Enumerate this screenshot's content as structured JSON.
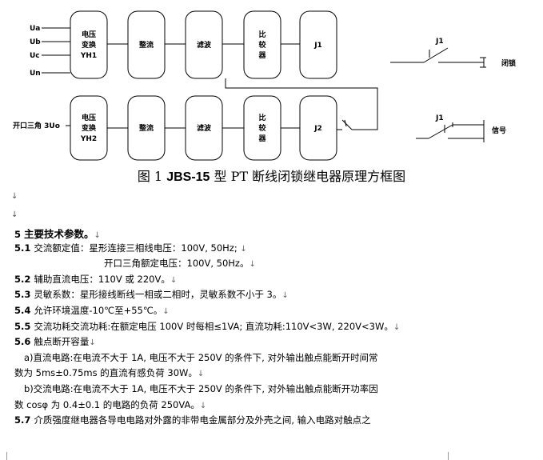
{
  "diagram": {
    "inputs_top": [
      "Ua",
      "Ub",
      "Uc",
      "Un"
    ],
    "input_bottom": "开口三角 3Uo",
    "row1_blocks": [
      {
        "name": "block-pt-yh1",
        "lines": [
          "电压",
          "变换",
          "YH1"
        ]
      },
      {
        "name": "block-rectifier-1",
        "lines": [
          "整流"
        ]
      },
      {
        "name": "block-filter-1",
        "lines": [
          "滤波"
        ]
      },
      {
        "name": "block-comparator-1",
        "lines": [
          "比",
          "较",
          "器"
        ]
      },
      {
        "name": "block-relay-j1",
        "lines": [
          "J1"
        ]
      }
    ],
    "row2_blocks": [
      {
        "name": "block-pt-yh2",
        "lines": [
          "电压",
          "变换",
          "YH2"
        ]
      },
      {
        "name": "block-rectifier-2",
        "lines": [
          "整流"
        ]
      },
      {
        "name": "block-filter-2",
        "lines": [
          "滤波"
        ]
      },
      {
        "name": "block-comparator-2",
        "lines": [
          "比",
          "较",
          "器"
        ]
      },
      {
        "name": "block-relay-j2",
        "lines": [
          "J2"
        ]
      }
    ],
    "contact_top_label": "J1",
    "contact_top_output": "闭锁",
    "contact_bottom_label": "J1",
    "contact_bottom_output": "信号"
  },
  "caption": {
    "prefix": "图 1",
    "model": "JBS-15",
    "suffix": "型 PT 断线闭锁继电器原理方框图"
  },
  "para_mark": "↓",
  "lines": [
    {
      "num": "5",
      "text": "主要技术参数。",
      "heading": true
    },
    {
      "num": "5.1",
      "text": "交流额定值：星形连接三相线电压：100V, 50Hz; "
    },
    {
      "num": "",
      "text": "开口三角额定电压：100V, 50Hz。",
      "indent": true
    },
    {
      "num": "5.2",
      "text": "辅助直流电压：110V 或 220V。"
    },
    {
      "num": "5.3",
      "text": "灵敏系数：星形接线断线一相或二相时，灵敏系数不小于 3。"
    },
    {
      "num": "5.4",
      "text": "允许环境温度-10℃至+55℃。"
    },
    {
      "num": "5.5",
      "text": "交流功耗交流功耗:在额定电压 100V 时每相≤1VA; 直流功耗:110V<3W, 220V<3W。"
    },
    {
      "num": "5.6",
      "text": "触点断开容量"
    },
    {
      "num": "",
      "text": "a)直流电路:在电流不大于 1A, 电压不大于 250V 的条件下, 对外输出触点能断开时间常",
      "sub": true
    },
    {
      "num": "",
      "text": "数为 5ms±0.75ms 的直流有感负荷 30W。",
      "cont": true
    },
    {
      "num": "",
      "text": "b)交流电路:在电流不大于 1A, 电压不大于 250V 的条件下, 对外输出触点能断开功率因",
      "sub": true
    },
    {
      "num": "",
      "text": "数 cosφ 为 0.4±0.1 的电路的负荷 250VA。",
      "cont": true
    },
    {
      "num": "5.7",
      "text": "介质强度继电器各导电电路对外露的非带电金属部分及外壳之间, 输入电路对触点之"
    }
  ]
}
